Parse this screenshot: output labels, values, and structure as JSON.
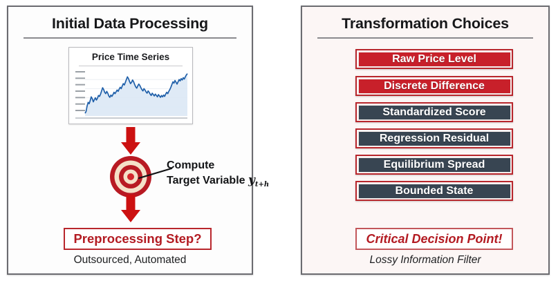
{
  "left_panel": {
    "title": "Initial Data Processing",
    "chart_card_title": "Price Time Series",
    "callout_line1": "Compute",
    "callout_line2": "Target Variable",
    "callout_variable": "y",
    "callout_subscript": "t+h",
    "outcome_label": "Preprocessing Step?",
    "outcome_caption": "Outsourced, Automated"
  },
  "right_panel": {
    "title": "Transformation Choices",
    "options": [
      {
        "label": "Raw Price Level",
        "style": "red"
      },
      {
        "label": "Discrete Difference",
        "style": "red"
      },
      {
        "label": "Standardized Score",
        "style": "dark"
      },
      {
        "label": "Regression Residual",
        "style": "dark"
      },
      {
        "label": "Equilibrium Spread",
        "style": "dark"
      },
      {
        "label": "Bounded State",
        "style": "dark"
      }
    ],
    "decision_label": "Critical Decision Point!",
    "decision_caption": "Lossy Information Filter"
  },
  "icons": {
    "target": "bullseye-target-icon",
    "arrow": "red-down-arrow-icon",
    "leader": "leader-line-icon"
  },
  "colors": {
    "accent_red": "#c8202a",
    "dark_slate": "#384552",
    "border_red": "#b8262c",
    "text_red": "#b31b22",
    "panel_border": "#6b6b70",
    "left_panel_bg": "#fdfdfd",
    "right_panel_bg": "#fcf6f5",
    "series_blue": "#1f5fa9",
    "series_fill": "#dbe8f5"
  },
  "chart_data": {
    "type": "line",
    "title": "Price Time Series",
    "xlabel": "",
    "ylabel": "",
    "grid": true,
    "legend": "none",
    "axis_ticks_labeled": false,
    "y_tick_count": 7,
    "ylim": [
      0,
      100
    ],
    "xlim": [
      0,
      99
    ],
    "series": [
      {
        "name": "Price",
        "values": [
          6,
          10,
          22,
          30,
          27,
          34,
          42,
          38,
          31,
          36,
          40,
          35,
          39,
          45,
          43,
          48,
          55,
          62,
          58,
          52,
          49,
          54,
          50,
          44,
          41,
          46,
          43,
          47,
          52,
          49,
          53,
          57,
          54,
          59,
          63,
          60,
          66,
          71,
          68,
          74,
          80,
          86,
          82,
          76,
          71,
          74,
          79,
          75,
          69,
          64,
          61,
          66,
          70,
          67,
          62,
          58,
          55,
          60,
          57,
          53,
          50,
          55,
          52,
          48,
          45,
          50,
          47,
          44,
          48,
          45,
          42,
          47,
          44,
          41,
          45,
          42,
          46,
          43,
          48,
          52,
          49,
          54,
          58,
          63,
          69,
          75,
          72,
          78,
          74,
          70,
          75,
          80,
          77,
          82,
          79,
          84,
          81,
          86,
          90,
          93
        ]
      }
    ]
  }
}
